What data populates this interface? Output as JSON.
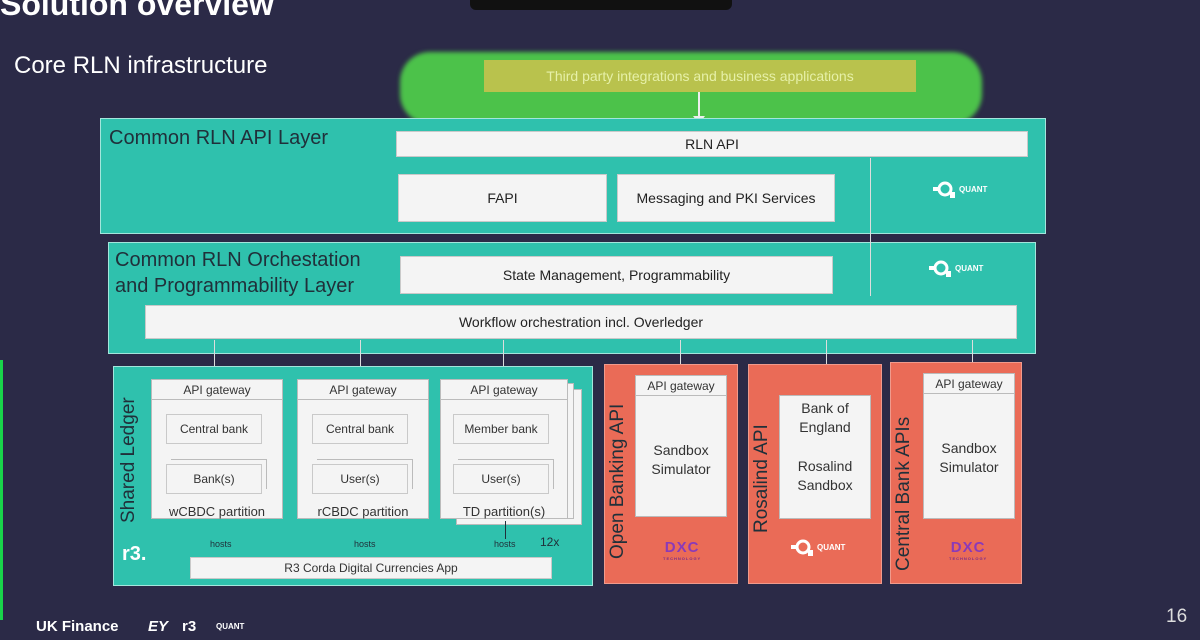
{
  "title": "Solution overview",
  "subtitle": "Core RLN infrastructure",
  "third_party": "Third party integrations and business applications",
  "api_layer": {
    "title": "Common RLN API Layer",
    "rln_api": "RLN API",
    "fapi": "FAPI",
    "messaging": "Messaging and PKI Services"
  },
  "orchestration": {
    "title_line1": "Common RLN Orchestation",
    "title_line2": "and Programmability Layer",
    "state": "State Management, Programmability",
    "workflow": "Workflow orchestration incl. Overledger"
  },
  "shared_ledger": {
    "label": "Shared Ledger",
    "partitions": [
      {
        "gateway": "API gateway",
        "bank": "Central bank",
        "sub": "Bank(s)",
        "footer": "wCBDC partition",
        "hosts": "hosts"
      },
      {
        "gateway": "API gateway",
        "bank": "Central bank",
        "sub": "User(s)",
        "footer": "rCBDC partition",
        "hosts": "hosts"
      },
      {
        "gateway": "API gateway",
        "bank": "Member bank",
        "sub": "User(s)",
        "footer": "TD partition(s)",
        "hosts": "hosts"
      }
    ],
    "count": "12x",
    "r3_app": "R3 Corda   Digital Currencies App",
    "r3_logo": "r3."
  },
  "sandboxes": [
    {
      "label": "Open Banking API",
      "gateway": "API gateway",
      "body_line1": "Sandbox",
      "body_line2": "Simulator",
      "logo": "DXC"
    },
    {
      "label": "Rosalind API",
      "body_line1": "Bank of",
      "body_line2": "England",
      "body_line3": "Rosalind",
      "body_line4": "Sandbox",
      "logo": "QUANT"
    },
    {
      "label": "Central Bank APIs",
      "gateway": "API gateway",
      "body_line1": "Sandbox",
      "body_line2": "Simulator",
      "logo": "DXC"
    }
  ],
  "logos": {
    "quant": "QUANT",
    "dxc_sub": "TECHNOLOGY"
  },
  "footer": {
    "uk_finance": "UK Finance",
    "ey": "EY",
    "r3": "r3",
    "quant": "QUANT"
  },
  "page_number": "16",
  "colors": {
    "background": "#2b2a47",
    "teal": "#2fc1ad",
    "red": "#ea6b57",
    "green_highlight": "#4cc24a"
  }
}
